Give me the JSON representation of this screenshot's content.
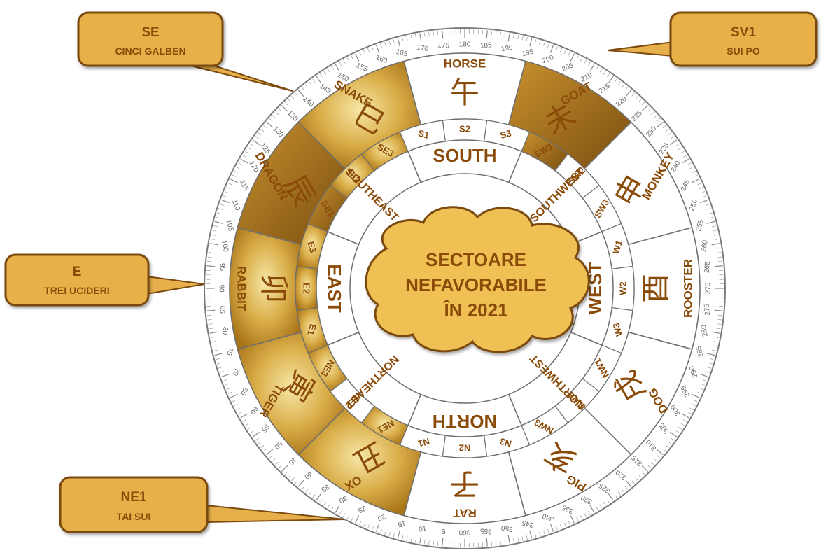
{
  "title": {
    "lines": [
      "SECTOARE",
      "NEFAVORABILE",
      "ÎN 2021"
    ]
  },
  "colors": {
    "gold": "#c99a2e",
    "gold_light": "#f5e29a",
    "gold_dark": "#8a5a14",
    "text_brown": "#8a4a08",
    "callout_fill": "#e8b04a",
    "callout_stroke": "#7a4a10",
    "ring_line": "#6f6f6f"
  },
  "callouts": [
    {
      "id": "se",
      "code": "SE",
      "label": "CINCI GALBEN"
    },
    {
      "id": "sv1",
      "code": "SV1",
      "label": "SUI PO"
    },
    {
      "id": "e",
      "code": "E",
      "label": "TREI UCIDERI"
    },
    {
      "id": "ne1",
      "code": "NE1",
      "label": "TAI SUI"
    }
  ],
  "directions": [
    {
      "label": "SOUTH",
      "bearing": 180
    },
    {
      "label": "SOUTHWEST",
      "bearing": 225
    },
    {
      "label": "WEST",
      "bearing": 270
    },
    {
      "label": "NORTHWEST",
      "bearing": 315
    },
    {
      "label": "NORTH",
      "bearing": 0
    },
    {
      "label": "NORTHEAST",
      "bearing": 45
    },
    {
      "label": "EAST",
      "bearing": 90
    },
    {
      "label": "SOUTHEAST",
      "bearing": 135
    }
  ],
  "sectors": [
    {
      "label": "N1",
      "bearing": 15
    },
    {
      "label": "N2",
      "bearing": 0
    },
    {
      "label": "N3",
      "bearing": 345
    },
    {
      "label": "NE1",
      "bearing": 30,
      "highlight": true
    },
    {
      "label": "NE2",
      "bearing": 45
    },
    {
      "label": "NE3",
      "bearing": 60,
      "highlight": true
    },
    {
      "label": "E1",
      "bearing": 75,
      "highlight": true
    },
    {
      "label": "E2",
      "bearing": 90,
      "highlight": true
    },
    {
      "label": "E3",
      "bearing": 105,
      "highlight": true
    },
    {
      "label": "SE1",
      "bearing": 120,
      "highlight": true,
      "dark": true
    },
    {
      "label": "SE2",
      "bearing": 135,
      "highlight": true
    },
    {
      "label": "SE3",
      "bearing": 150,
      "highlight": true
    },
    {
      "label": "S1",
      "bearing": 165
    },
    {
      "label": "S2",
      "bearing": 180
    },
    {
      "label": "S3",
      "bearing": 195
    },
    {
      "label": "SW1",
      "bearing": 210,
      "highlight": true,
      "dark": true
    },
    {
      "label": "SW2",
      "bearing": 225
    },
    {
      "label": "SW3",
      "bearing": 240
    },
    {
      "label": "W1",
      "bearing": 255
    },
    {
      "label": "W2",
      "bearing": 270
    },
    {
      "label": "W3",
      "bearing": 285
    },
    {
      "label": "NW1",
      "bearing": 300
    },
    {
      "label": "NW2",
      "bearing": 315
    },
    {
      "label": "NW3",
      "bearing": 330
    }
  ],
  "animals": [
    {
      "label": "RAT",
      "glyph": "子",
      "bearing": 0
    },
    {
      "label": "OX",
      "glyph": "丑",
      "bearing": 30,
      "highlight": true
    },
    {
      "label": "TIGER",
      "glyph": "寅",
      "bearing": 60,
      "highlight": true
    },
    {
      "label": "RABBIT",
      "glyph": "卯",
      "bearing": 90,
      "highlight": true
    },
    {
      "label": "DRAGON",
      "glyph": "辰",
      "bearing": 120,
      "highlight": true,
      "dark": true
    },
    {
      "label": "SNAKE",
      "glyph": "巳",
      "bearing": 150,
      "highlight": true
    },
    {
      "label": "HORSE",
      "glyph": "午",
      "bearing": 180
    },
    {
      "label": "GOAT",
      "glyph": "未",
      "bearing": 210,
      "highlight": true,
      "dark": true
    },
    {
      "label": "MONKEY",
      "glyph": "申",
      "bearing": 240
    },
    {
      "label": "ROOSTER",
      "glyph": "酉",
      "bearing": 270
    },
    {
      "label": "DOG",
      "glyph": "戌",
      "bearing": 300
    },
    {
      "label": "PIG",
      "glyph": "亥",
      "bearing": 330
    }
  ],
  "degree_scale": {
    "step": 5,
    "max": 360,
    "labels": [
      "360",
      "5",
      "10",
      "15",
      "20",
      "25",
      "30",
      "35",
      "40",
      "45",
      "50",
      "55",
      "60",
      "65",
      "70",
      "75",
      "80",
      "85",
      "90",
      "95",
      "100",
      "105",
      "110",
      "115",
      "120",
      "125",
      "130",
      "135",
      "140",
      "145",
      "150",
      "155",
      "160",
      "165",
      "170",
      "175",
      "180",
      "185",
      "190",
      "195",
      "200",
      "205",
      "210",
      "215",
      "220",
      "225",
      "230",
      "235",
      "240",
      "245",
      "250",
      "255",
      "260",
      "265",
      "270",
      "275",
      "280",
      "285",
      "290",
      "295",
      "300",
      "305",
      "310",
      "315",
      "320",
      "325",
      "330",
      "335",
      "340",
      "345",
      "350",
      "355"
    ]
  }
}
